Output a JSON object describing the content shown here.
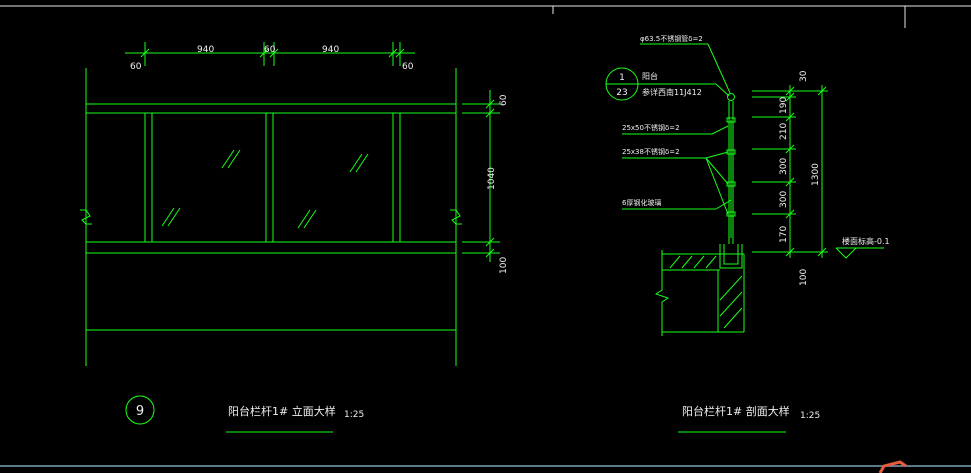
{
  "elevation": {
    "top_dims": [
      "60",
      "940",
      "60",
      "940",
      "60"
    ],
    "right_dims": [
      "60",
      "1040",
      "100"
    ],
    "detail_number": "9",
    "title": "阳台栏杆1# 立面大样",
    "scale": "1:25"
  },
  "section": {
    "callouts": [
      "φ63.5不锈钢管δ=2",
      "阳台",
      "参详西南11J412",
      "25x50不锈钢δ=2",
      "25x38不锈钢δ=2",
      "6厚钢化玻璃"
    ],
    "index_circle": {
      "top": "1",
      "bottom": "23"
    },
    "right_dims": [
      "30",
      "190",
      "210",
      "300",
      "300",
      "170",
      "1300",
      "100"
    ],
    "level": "楼面标高-0.1",
    "title": "阳台栏杆1# 剖面大样",
    "scale": "1:25"
  },
  "colors": {
    "background": "#000000",
    "linework": "#19ff19",
    "text": "#f0f0f0"
  }
}
